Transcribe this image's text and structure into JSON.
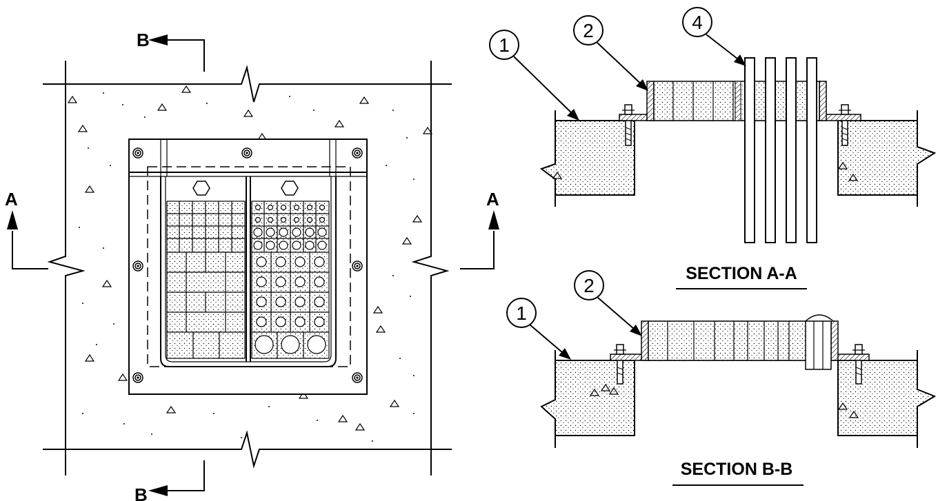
{
  "plan_view": {
    "section_markers": {
      "top": "B",
      "bottom": "B",
      "left": "A",
      "right": "A"
    }
  },
  "section_a": {
    "title": "SECTION A-A",
    "callouts": [
      "1",
      "2",
      "4"
    ]
  },
  "section_b": {
    "title": "SECTION B-B",
    "callouts": [
      "1",
      "2"
    ]
  }
}
